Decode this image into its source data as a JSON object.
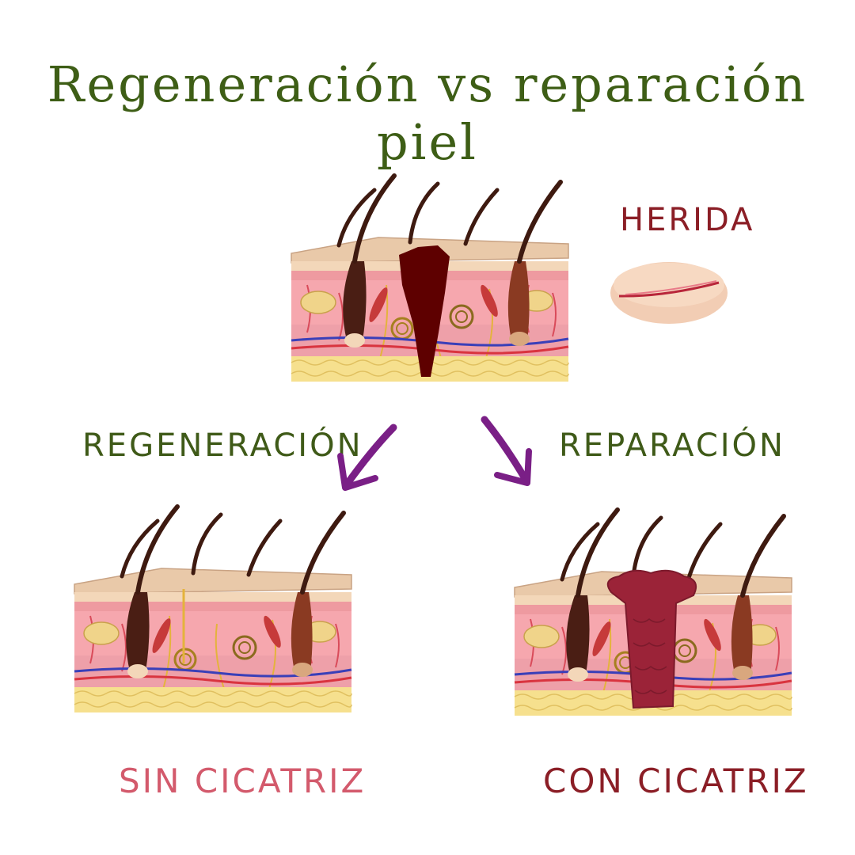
{
  "title": "Regeneración vs reparación piel",
  "labels": {
    "herida": "HERIDA",
    "regeneracion": "REGENERACIÓN",
    "reparacion": "REPARACIÓN",
    "sin_cicatriz": "SIN CICATRIZ",
    "con_cicatriz": "CON CICATRIZ"
  },
  "colors": {
    "title": "#3e5e16",
    "green_labels": "#3f5a18",
    "herida": "#8b1e26",
    "sin_cicatriz": "#d35a6c",
    "con_cicatriz": "#8b1e26",
    "arrow": "#7a1f86",
    "wound": "#5e0000",
    "scar": "#9b2338"
  },
  "icons": {
    "wound_diagram": "skin-cross-section-wound-icon",
    "cut_skin": "cut-skin-icon",
    "regeneration_diagram": "skin-cross-section-regenerated-icon",
    "repair_diagram": "skin-cross-section-scar-icon",
    "arrow_left": "arrow-down-left-icon",
    "arrow_right": "arrow-down-right-icon"
  }
}
